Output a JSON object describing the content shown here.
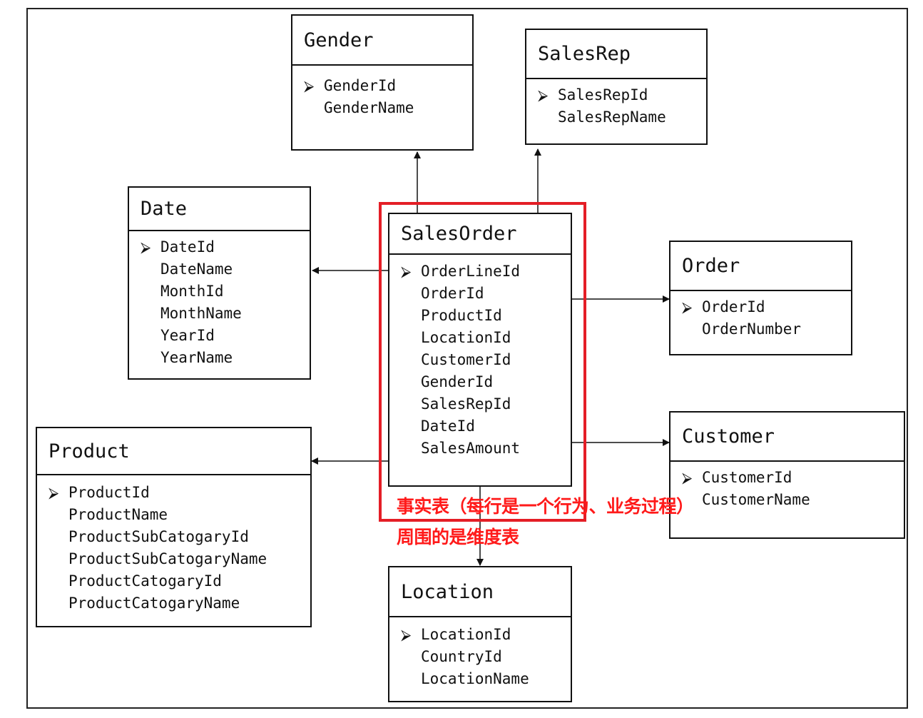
{
  "entities": {
    "gender": {
      "title": "Gender",
      "key": "GenderId",
      "fields": [
        "GenderName"
      ]
    },
    "salesrep": {
      "title": "SalesRep",
      "key": "SalesRepId",
      "fields": [
        "SalesRepName"
      ]
    },
    "date": {
      "title": "Date",
      "key": "DateId",
      "fields": [
        "DateName",
        "MonthId",
        "MonthName",
        "YearId",
        "YearName"
      ]
    },
    "salesorder": {
      "title": "SalesOrder",
      "key": "OrderLineId",
      "fields": [
        "OrderId",
        "ProductId",
        "LocationId",
        "CustomerId",
        "GenderId",
        "SalesRepId",
        "DateId",
        "SalesAmount"
      ]
    },
    "order": {
      "title": "Order",
      "key": "OrderId",
      "fields": [
        "OrderNumber"
      ]
    },
    "customer": {
      "title": "Customer",
      "key": "CustomerId",
      "fields": [
        "CustomerName"
      ]
    },
    "product": {
      "title": "Product",
      "key": "ProductId",
      "fields": [
        "ProductName",
        "ProductSubCatogaryId",
        "ProductSubCatogaryName",
        "ProductCatogaryId",
        "ProductCatogaryName"
      ]
    },
    "location": {
      "title": "Location",
      "key": "LocationId",
      "fields": [
        "CountryId",
        "LocationName"
      ]
    }
  },
  "key_icon": "arrow-key-icon",
  "annotation": {
    "line1": "事实表（每行是一个行为、业务过程）",
    "line2": "周围的是维度表",
    "color": "#ff1a1a"
  },
  "highlight_color": "#e41e26"
}
